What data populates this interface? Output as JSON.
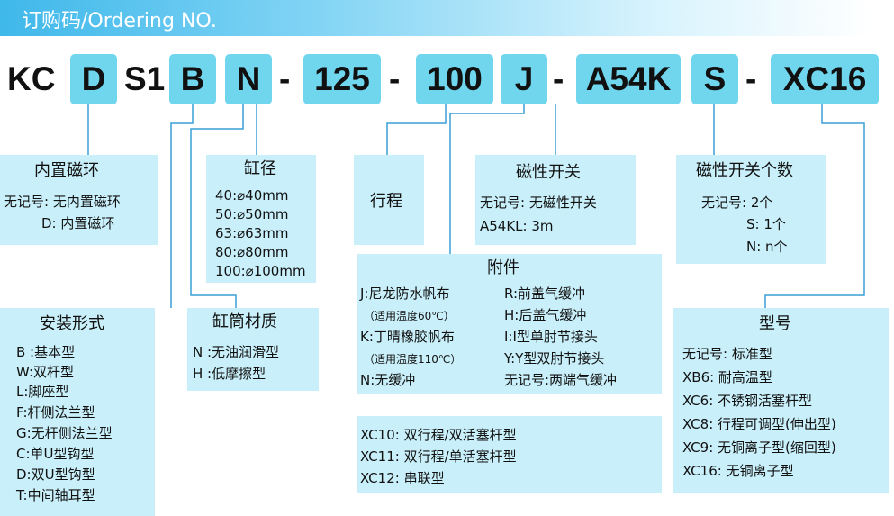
{
  "header": {
    "title": "订购码/Ordering NO."
  },
  "code": {
    "kc": "KC",
    "d": "D",
    "s1": "S1",
    "b": "B",
    "n": "N",
    "dash1": "-",
    "bore": "125",
    "dash2": "-",
    "stroke": "100",
    "j": "J",
    "dash3": "-",
    "switch": "A54K",
    "s": "S",
    "dash4": "-",
    "xc": "XC16"
  },
  "magnet": {
    "title": "内置磁环",
    "l1": "无记号: 无内置磁环",
    "l2": "D: 内置磁环"
  },
  "bore": {
    "title": "缸径",
    "items": [
      "40:⌀40mm",
      "50:⌀50mm",
      "63:⌀63mm",
      "80:⌀80mm",
      "100:⌀100mm"
    ]
  },
  "stroke": {
    "title": "行程"
  },
  "switch": {
    "title": "磁性开关",
    "l1": "无记号: 无磁性开关",
    "l2": "A54KL: 3m"
  },
  "switch_count": {
    "title": "磁性开关个数",
    "l1": "无记号: 2个",
    "l2": "S: 1个",
    "l3": "N: n个"
  },
  "accessory": {
    "title": "附件",
    "left": [
      "J:尼龙防水帆布",
      "（适用温度60℃）",
      "K:丁晴橡胶帆布",
      "（适用温度110℃）",
      "N:无缓冲"
    ],
    "right": [
      "R:前盖气缓冲",
      "H:后盖气缓冲",
      "I:I型单肘节接头",
      "Y:Y型双肘节接头",
      "无记号:两端气缓冲"
    ]
  },
  "xc": {
    "l1": "XC10:  双行程/双活塞杆型",
    "l2": "XC11:  双行程/单活塞杆型",
    "l3": "XC12:  串联型"
  },
  "mount": {
    "title": "安装形式",
    "items": [
      "B :基本型",
      "W:双杆型",
      "L:脚座型",
      "F:杆侧法兰型",
      "G:无杆侧法兰型",
      "C:单U型钩型",
      "D:双U型钩型",
      "T:中间轴耳型"
    ]
  },
  "tube": {
    "title": "缸筒材质",
    "l1": "N :无油润滑型",
    "l2": "H :低摩擦型"
  },
  "model": {
    "title": "型号",
    "items": [
      "无记号:  标准型",
      "XB6:  耐高温型",
      "XC6:  不锈钢活塞杆型",
      "XC8:  行程可调型(伸出型)",
      "XC9:  无铜离子型(缩回型)",
      "XC16:  无铜离子型"
    ]
  },
  "colors": {
    "box_fill": "#c9f0fa",
    "code_fill": "#6fd6ee",
    "line": "#3a9fd6",
    "header": "#3fb8ea"
  }
}
